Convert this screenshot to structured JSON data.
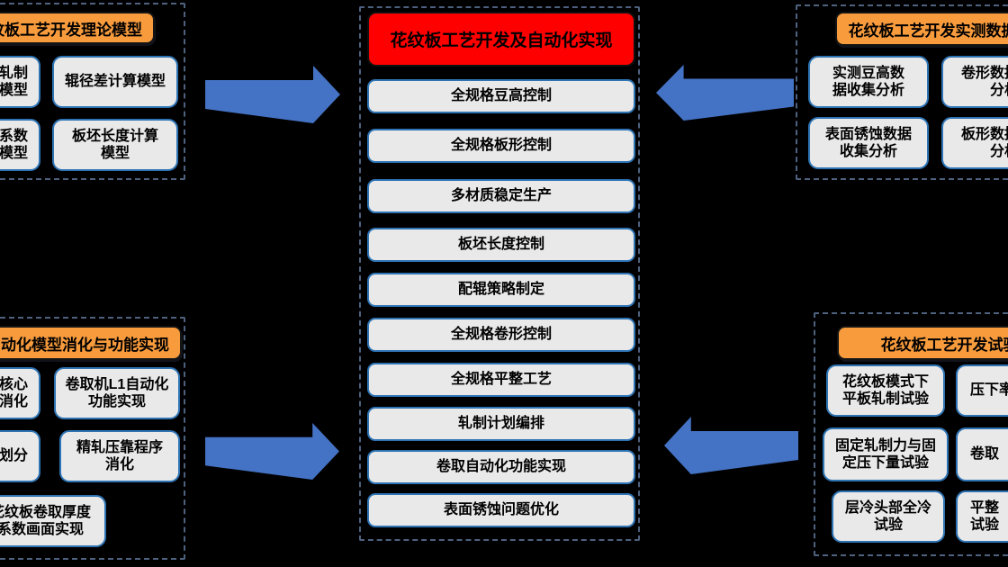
{
  "colors": {
    "background": "#000000",
    "dashed_border": "#4E617F",
    "header_orange": "#F79B3D",
    "title_red": "#FE0000",
    "box_fill": "#E9E9E9",
    "box_border_blue": "#2E74B5",
    "arrow_blue": "#4472C4"
  },
  "center": {
    "title": "花纹板工艺开发及自动化实现",
    "items": [
      "全规格豆高控制",
      "全规格板形控制",
      "多材质稳定生产",
      "板坯长度控制",
      "配辊策略制定",
      "全规格卷形控制",
      "全规格平整工艺",
      "轧制计划编排",
      "卷取自动化功能实现",
      "表面锈蚀问题优化"
    ]
  },
  "top_left": {
    "title": "花纹板工艺开发理论模型",
    "left_items": [
      "轧制\n模型",
      "系数\n模型"
    ],
    "right_items": [
      "辊径差计算模型",
      "板坯长度计算\n模型"
    ]
  },
  "top_right": {
    "title": "花纹板工艺开发实测数据分析",
    "left_items": [
      "实测豆高数\n据收集分析",
      "表面锈蚀数据\n收集分析"
    ],
    "right_items": [
      "卷形数据收集\n分析",
      "板形数据收集\n分析"
    ]
  },
  "bottom_left": {
    "title": "自动化模型消化与功能实现",
    "left_items": [
      "核心\n消化",
      "划分"
    ],
    "right_items": [
      "卷取机L1自动化\n功能实现",
      "精轧压靠程序\n消化"
    ],
    "bottom_item": "花纹板卷取厚度\n系数画面实现"
  },
  "bottom_right": {
    "title": "花纹板工艺开发试验",
    "left_items": [
      "花纹板模式下\n平板轧制试验",
      "固定轧制力与固\n定压下量试验",
      "层冷头部全冷\n试验"
    ],
    "right_items": [
      "压下率",
      "卷取",
      "平整\n试验"
    ]
  }
}
